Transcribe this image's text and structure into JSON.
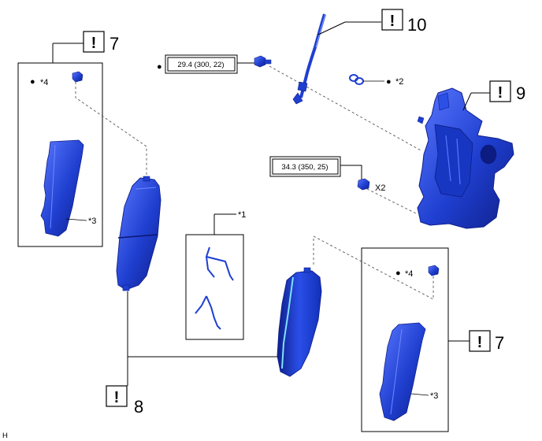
{
  "diagram": {
    "corner_code": "H",
    "callouts": {
      "pad_kit_upper": "7",
      "pad_kit_lower": "7",
      "pads": "8",
      "caliper": "9",
      "hose": "10"
    },
    "warning_glyph": "!",
    "bullet_glyph": "●",
    "torques": {
      "union_bolt": "29.4 (300, 22)",
      "caliper_bolt": "34.3 (350, 25)"
    },
    "multiplier": "X2",
    "notes": {
      "n1": "*1",
      "n2": "*2",
      "n3a": "*3",
      "n3b": "*3",
      "n4a": "*4",
      "n4b": "*4"
    },
    "colors": {
      "part_fill": "#1f3fd0",
      "part_light": "#5a78ff",
      "part_dark": "#0f1f8a",
      "line": "#000000"
    }
  }
}
